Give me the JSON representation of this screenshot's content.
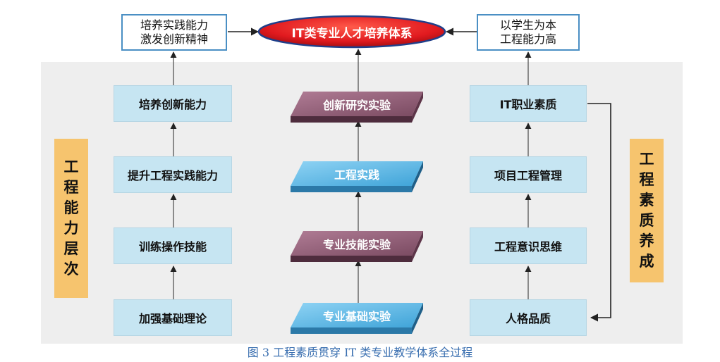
{
  "center": {
    "title": "IT类专业人才培养体系",
    "platforms": [
      "创新研究实验",
      "工程实践",
      "专业技能实验",
      "专业基础实验"
    ]
  },
  "top_left": {
    "line1": "培养实践能力",
    "line2": "激发创新精神"
  },
  "top_right": {
    "line1": "以学生为本",
    "line2": "工程能力高"
  },
  "left_column": [
    "培养创新能力",
    "提升工程实践能力",
    "训练操作技能",
    "加强基础理论"
  ],
  "right_column": [
    "IT职业素质",
    "项目工程管理",
    "工程意识思维",
    "人格品质"
  ],
  "left_label": [
    "工",
    "程",
    "能",
    "力",
    "层",
    "次"
  ],
  "right_label": [
    "工",
    "程",
    "素",
    "质",
    "养",
    "成"
  ],
  "caption": "图 3 工程素质贯穿 IT 类专业教学体系全过程",
  "colors": {
    "ellipse_red": "#e11a1f",
    "box_blue": "#c6e5f2",
    "label_orange": "#f6c46e",
    "platform_purple": "#8e5d76",
    "platform_blue": "#57b2e0",
    "caption_blue": "#3a6fb0"
  }
}
